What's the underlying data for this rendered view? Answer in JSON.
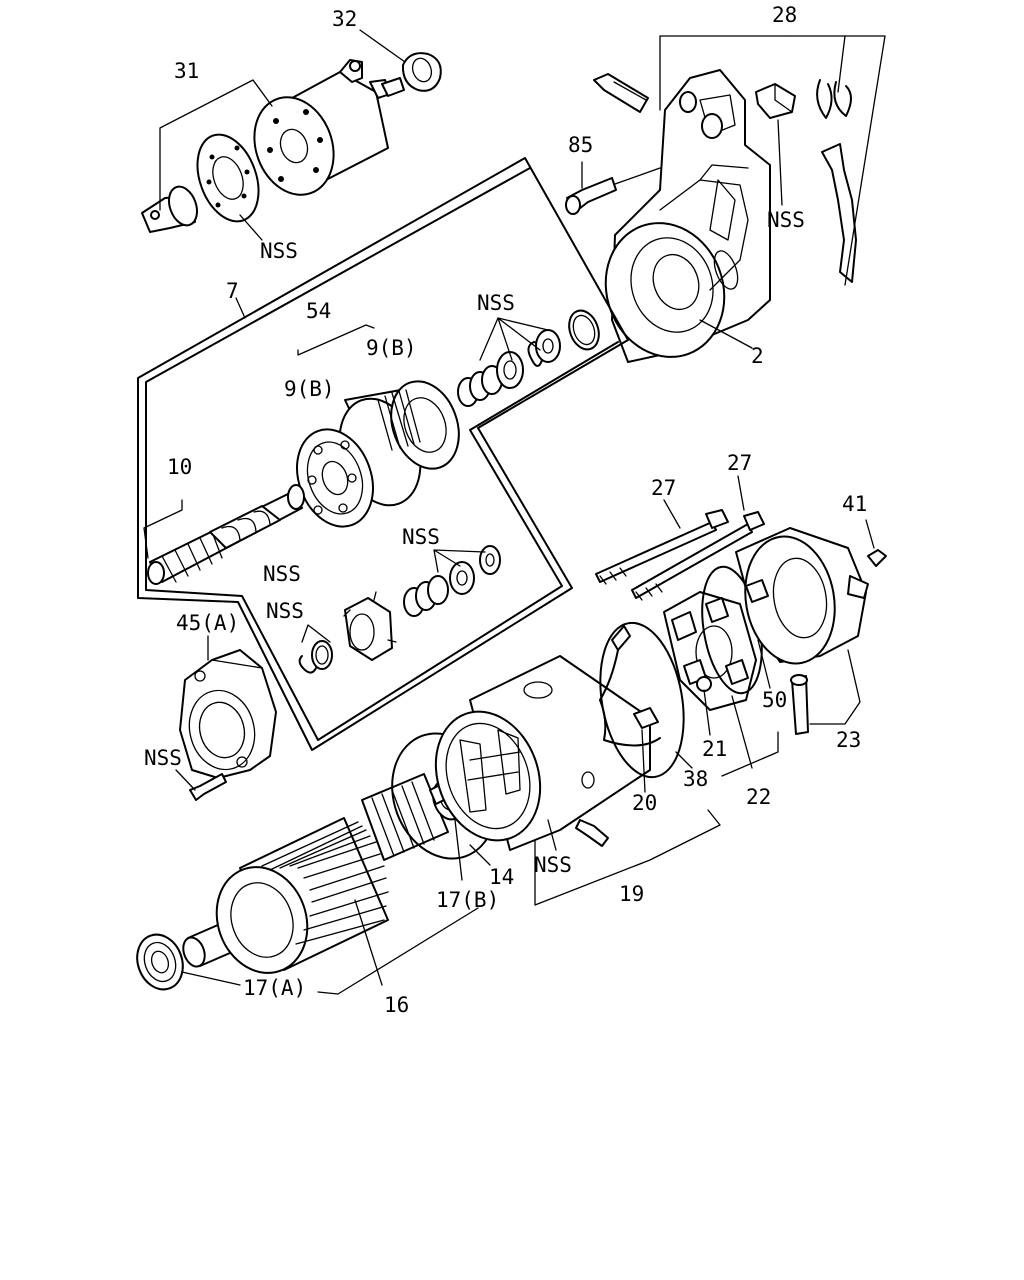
{
  "labels": {
    "p2": "2",
    "p7": "7",
    "p9b_left": "9(B)",
    "p9b_right": "9(B)",
    "p10": "10",
    "p14": "14",
    "p16": "16",
    "p17a": "17(A)",
    "p17b": "17(B)",
    "p19": "19",
    "p20": "20",
    "p21": "21",
    "p22": "22",
    "p23": "23",
    "p27_left": "27",
    "p27_right": "27",
    "p28": "28",
    "p31": "31",
    "p32": "32",
    "p38": "38",
    "p41": "41",
    "p45a": "45(A)",
    "p50": "50",
    "p54": "54",
    "p85": "85",
    "nss_solenoid": "NSS",
    "nss_bracket": "NSS",
    "nss_bearings": "NSS",
    "nss_shaft": "NSS",
    "nss_rings": "NSS",
    "nss_clutch": "NSS",
    "nss_housing_bolt": "NSS",
    "nss_yoke": "NSS"
  }
}
